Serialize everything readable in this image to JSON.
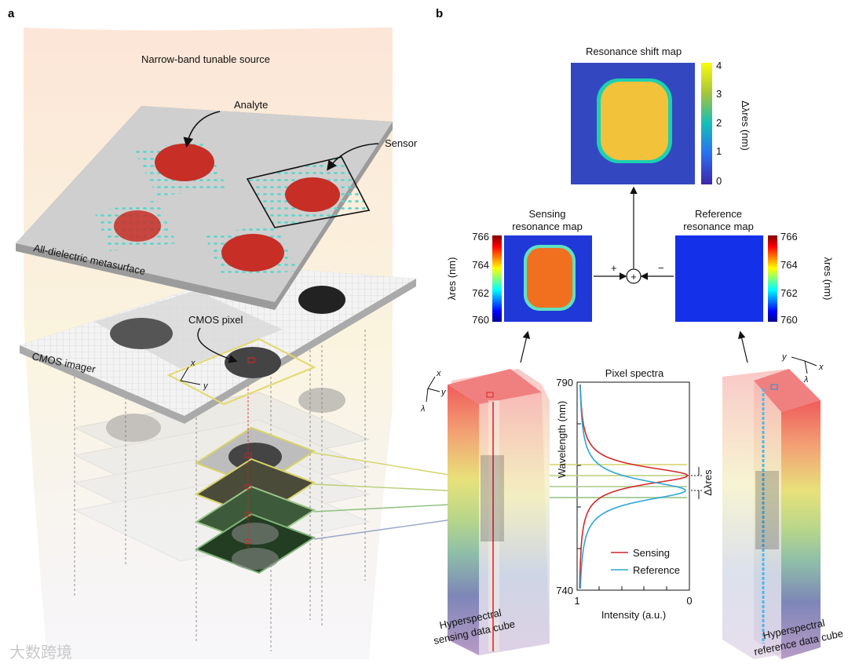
{
  "panels": {
    "a": "a",
    "b": "b"
  },
  "left": {
    "source_label": "Narrow-band tunable source",
    "analyte_label": "Analyte",
    "sensor_label": "Sensor",
    "metasurface_label": "All-dielectric metasurface",
    "cmos_pixel_label": "CMOS pixel",
    "cmos_imager_label": "CMOS imager",
    "axis_x": "x",
    "axis_y": "y"
  },
  "maps": {
    "shift_title": "Resonance shift map",
    "shift_ticks": [
      "4",
      "3",
      "2",
      "1",
      "0"
    ],
    "shift_unit": "Δλres (nm)",
    "sensing_title_1": "Sensing",
    "sensing_title_2": "resonance map",
    "reference_title_1": "Reference",
    "reference_title_2": "resonance map",
    "res_ticks": [
      "766",
      "764",
      "762",
      "760"
    ],
    "res_unit": "λres (nm)",
    "plus": "+",
    "minus": "−",
    "sum": "+"
  },
  "spectra": {
    "title": "Pixel spectra",
    "ylabel": "Wavelength (nm)",
    "xlabel": "Intensity (a.u.)",
    "y_top": "790",
    "y_bottom": "740",
    "x_left": "1",
    "x_right": "0",
    "delta_label": "Δλres",
    "legend_sensing": "Sensing",
    "legend_reference": "Reference",
    "sensing_color": "#d62728",
    "reference_color": "#2ca4d8"
  },
  "cubes": {
    "sensing_label_1": "Hyperspectral",
    "sensing_label_2": "sensing data cube",
    "reference_label_1": "Hyperspectral",
    "reference_label_2": "reference data cube",
    "axis_x": "x",
    "axis_y": "y",
    "axis_l": "λ"
  },
  "watermark": "大数跨境"
}
